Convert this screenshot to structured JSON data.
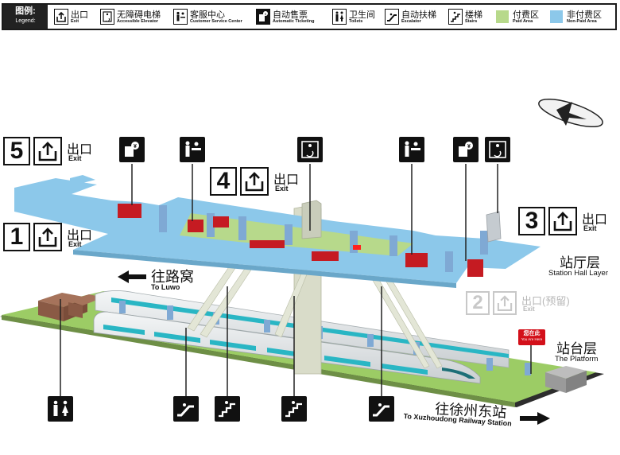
{
  "legend": {
    "title_cn": "图例:",
    "title_en": "Legend:",
    "items": [
      {
        "icon": "exit-icon",
        "cn": "出口",
        "en": "Exit"
      },
      {
        "icon": "elevator-icon",
        "cn": "无障碍电梯",
        "en": "Accessible Elevator"
      },
      {
        "icon": "customer-service-icon",
        "cn": "客服中心",
        "en": "Customer Service Center"
      },
      {
        "icon": "ticket-machine-icon",
        "cn": "自动售票",
        "en": "Automatic Ticketing"
      },
      {
        "icon": "toilet-icon",
        "cn": "卫生间",
        "en": "Toilets"
      },
      {
        "icon": "escalator-icon",
        "cn": "自动扶梯",
        "en": "Escalator"
      },
      {
        "icon": "stairs-icon",
        "cn": "楼梯",
        "en": "Stairs"
      },
      {
        "icon": "paid-area-swatch",
        "cn": "付费区",
        "en": "Paid Area",
        "color": "#b7d98b"
      },
      {
        "icon": "non-paid-area-swatch",
        "cn": "非付费区",
        "en": "Non-Paid Area",
        "color": "#8cc8ea"
      }
    ]
  },
  "exits": {
    "e5": {
      "num": "5",
      "cn": "出口",
      "en": "Exit"
    },
    "e1": {
      "num": "1",
      "cn": "出口",
      "en": "Exit"
    },
    "e4": {
      "num": "4",
      "cn": "出口",
      "en": "Exit"
    },
    "e3": {
      "num": "3",
      "cn": "出口",
      "en": "Exit"
    },
    "e2": {
      "num": "2",
      "cn": "出口(预留)",
      "en": "Exit"
    }
  },
  "directions": {
    "luowo_cn": "往路窝",
    "luowo_en": "To Luwo",
    "xuzhou_cn": "往徐州东站",
    "xuzhou_en": "To Xuzhoudong Railway Station"
  },
  "levels": {
    "hall_cn": "站厅层",
    "hall_en": "Station Hall Layer",
    "platform_cn": "站台层",
    "platform_en": "The Platform"
  },
  "you_are_here": {
    "cn": "您在此",
    "en": "You Are Here"
  },
  "colors": {
    "non_paid": "#8cc8ea",
    "paid": "#b7d98b",
    "train_stripe": "#29b6c4",
    "marker_red": "#d3101a"
  }
}
